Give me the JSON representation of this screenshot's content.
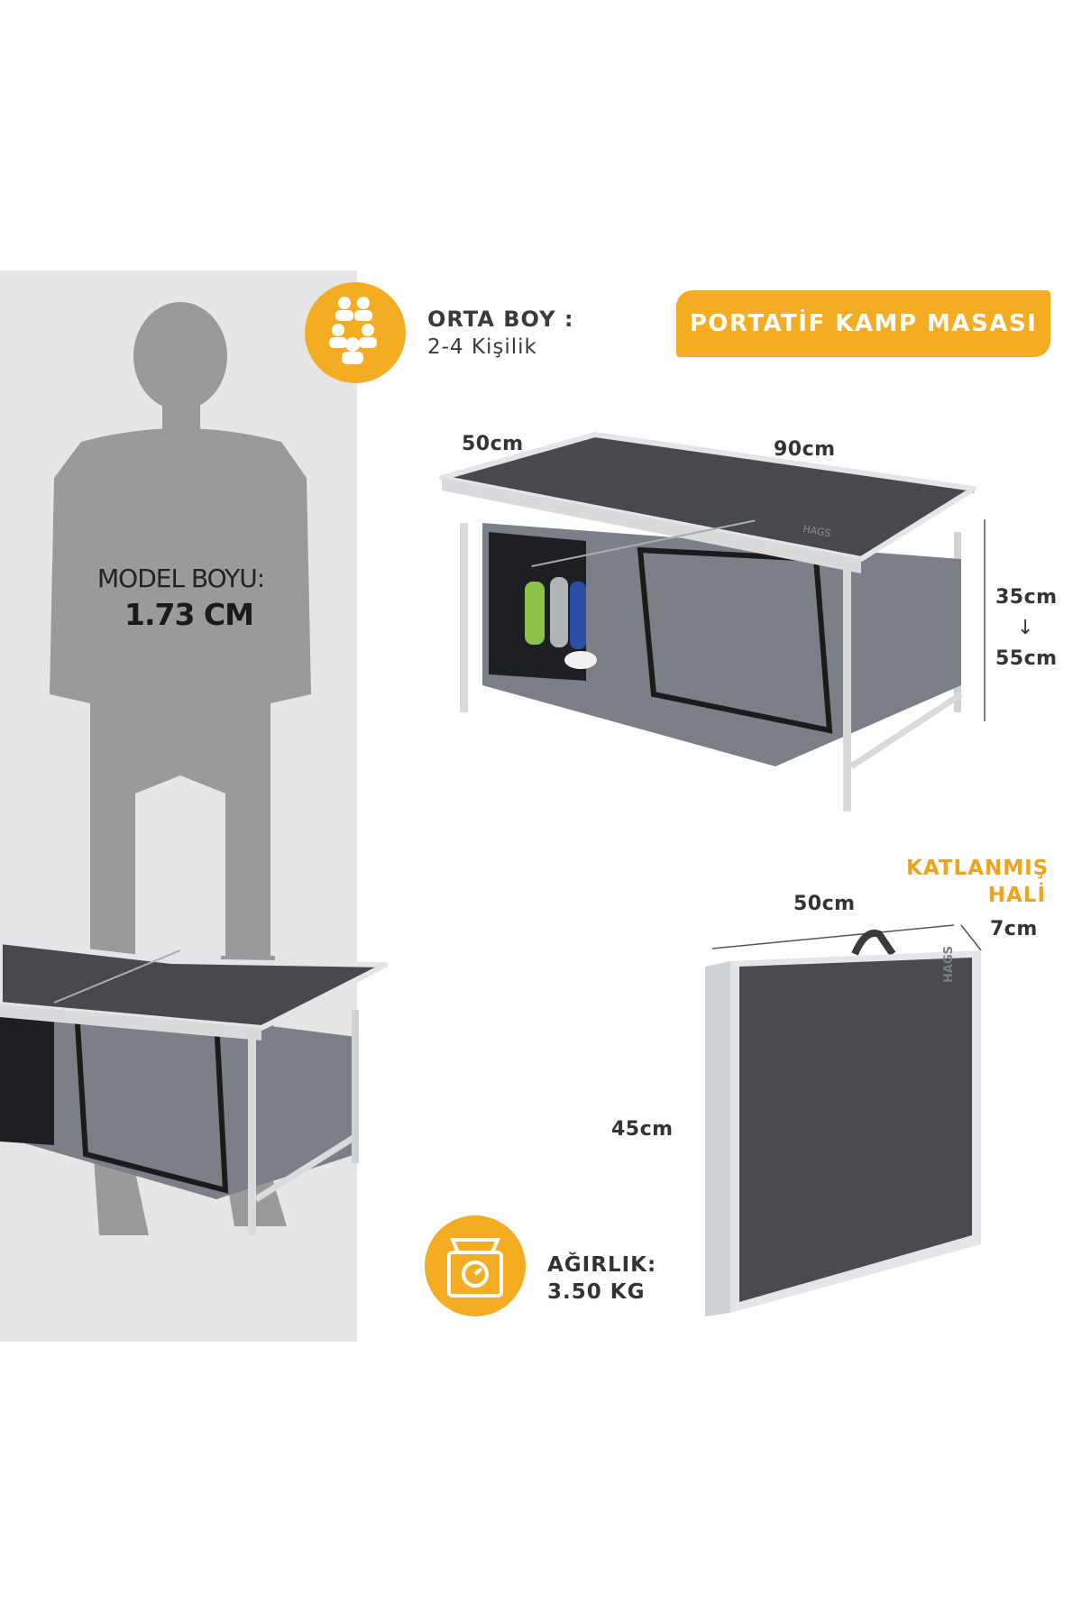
{
  "header": {
    "badge_title": "PORTATİF KAMP MASASI"
  },
  "capacity": {
    "title": "ORTA BOY :",
    "subtitle": "2-4 Kişilik",
    "icon": "people-group-icon"
  },
  "model": {
    "label": "MODEL BOYU:",
    "value": "1.73 CM"
  },
  "open_table": {
    "depth": "50cm",
    "width": "90cm",
    "height_min": "35cm",
    "height_arrow": "↓",
    "height_max": "55cm",
    "brand": "HAGS"
  },
  "folded": {
    "title_line1": "KATLANMIŞ",
    "title_line2": "HALİ",
    "width": "50cm",
    "thickness": "7cm",
    "height": "45cm",
    "brand": "HAGS"
  },
  "weight": {
    "title": "AĞIRLIK:",
    "value": "3.50 KG",
    "icon": "scale-icon"
  },
  "colors": {
    "accent": "#f4ad22",
    "panel_grey": "#e6e6e6",
    "table_top": "#48494d",
    "fabric": "#7b8088",
    "frame": "#d8dadc"
  }
}
